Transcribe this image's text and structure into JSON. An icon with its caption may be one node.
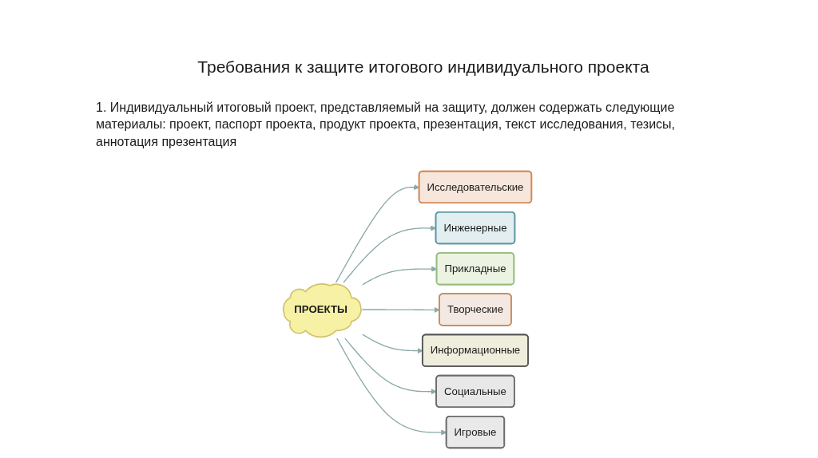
{
  "diagram": {
    "title": "Требования к защите итогового индивидуального проекта",
    "nodes": [
      {
        "text": [
          "Исследовательские"
        ]
      },
      {
        "text": [
          "Инженерные"
        ]
      },
      {
        "text": [
          "Прикладные"
        ]
      },
      {
        "text": [
          "ПРОЕКТЫ"
        ]
      },
      {
        "text": [
          "Творческие"
        ]
      },
      {
        "text": [
          "Информационные"
        ]
      },
      {
        "text": [
          "Социальные"
        ]
      },
      {
        "text": [
          "Игровые"
        ]
      }
    ],
    "edges": [
      {
        "from": 3,
        "to": 0,
        "arrow": "to"
      },
      {
        "from": 3,
        "to": 1,
        "arrow": "to"
      },
      {
        "from": 3,
        "to": 2,
        "arrow": "to"
      },
      {
        "from": 3,
        "to": 4,
        "arrow": "to"
      },
      {
        "from": 3,
        "to": 5,
        "arrow": "to"
      },
      {
        "from": 3,
        "to": 6,
        "arrow": "to"
      },
      {
        "from": 3,
        "to": 7,
        "arrow": "to"
      }
    ],
    "labels": [
      "1. Индивидуальный итоговый проект, представляемый на защиту, должен содержать следующие материалы: проект, паспорт проекта, продукт проекта, презентация, текст исследования, тезисы, аннотация презентация"
    ]
  }
}
